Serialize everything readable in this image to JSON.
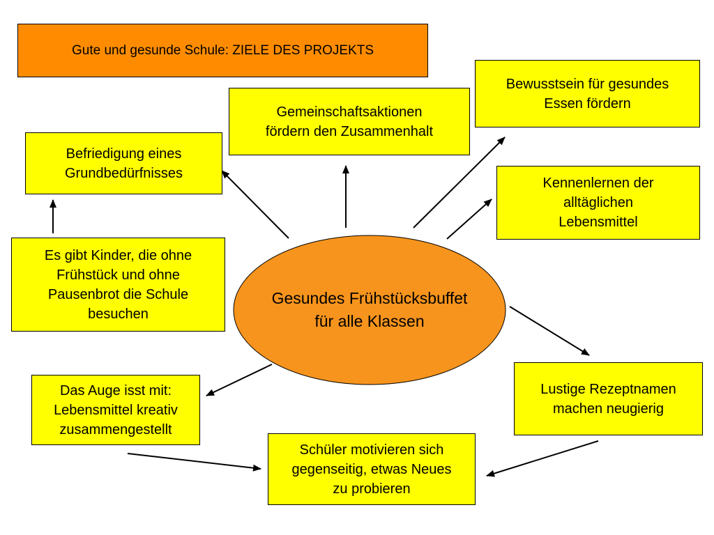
{
  "colors": {
    "title_fill": "#ff8c00",
    "box_fill": "#ffff00",
    "center_fill": "#f7941d",
    "stroke": "#000000"
  },
  "title": "Gute und gesunde Schule: ZIELE DES PROJEKTS",
  "center": {
    "lines": [
      "Gesundes Frühstücksbuffet",
      "für alle Klassen"
    ]
  },
  "boxes": {
    "bewusstsein": [
      "Bewusstsein für gesundes",
      "Essen fördern"
    ],
    "gemeinschaft": [
      "Gemeinschaftsaktionen",
      "fördern den Zusammenhalt"
    ],
    "befriedigung": [
      "Befriedigung eines",
      "Grundbedürfnisses"
    ],
    "kennenlernen": [
      "Kennenlernen der",
      "alltäglichen",
      "Lebensmittel"
    ],
    "kinder": [
      "Es gibt Kinder, die ohne",
      "Frühstück und ohne",
      "Pausenbrot die Schule",
      "besuchen"
    ],
    "auge": [
      "Das Auge isst mit:",
      "Lebensmittel kreativ",
      "zusammengestellt"
    ],
    "rezeptnamen": [
      "Lustige Rezeptnamen",
      "machen neugierig"
    ],
    "schueler": [
      "Schüler motivieren sich",
      "gegenseitig, etwas Neues",
      "zu probieren"
    ]
  }
}
